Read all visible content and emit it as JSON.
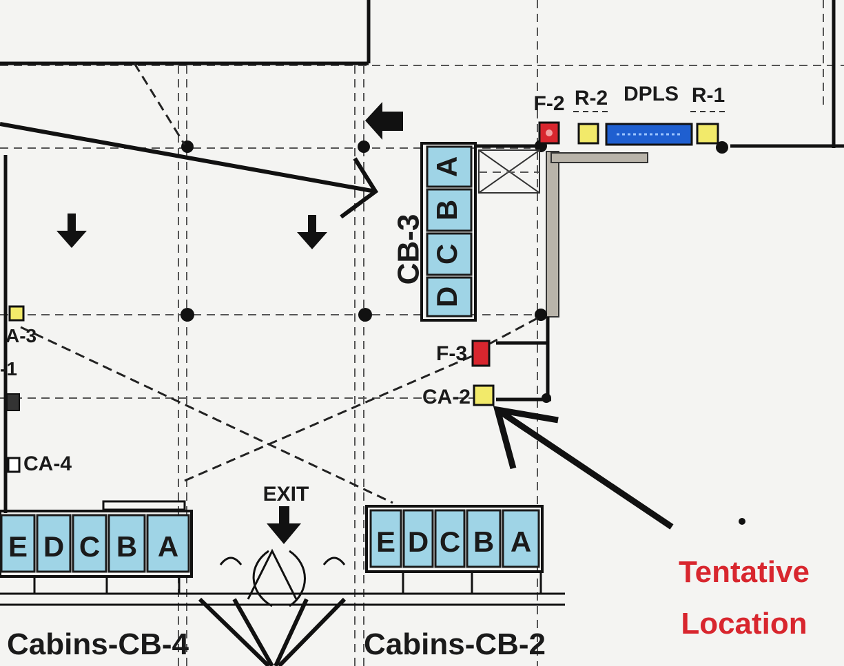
{
  "labels": {
    "f2": "F-2",
    "r2": "R-2",
    "dpls": "DPLS",
    "r1": "R-1",
    "cb3": "CB-3",
    "a3": "A-3",
    "f1": "-1",
    "ca4": "CA-4",
    "f3": "F-3",
    "ca2": "CA-2",
    "exit": "EXIT",
    "cabins_cb4": "Cabins-CB-4",
    "cabins_cb2": "Cabins-CB-2",
    "tentative_line1": "Tentative",
    "tentative_line2": "Location"
  },
  "cb3_cells": [
    "A",
    "B",
    "C",
    "D"
  ],
  "cb4_cells": [
    "E",
    "D",
    "C",
    "B",
    "A"
  ],
  "cb2_cells": [
    "E",
    "D",
    "C",
    "B",
    "A"
  ],
  "colors": {
    "cabin_fill": "#9fd4e6",
    "fire_red": "#d8262e",
    "sensor_yellow": "#f2ea6a",
    "dpls_blue": "#1f5fd0",
    "annotation_red": "#d8262e"
  }
}
